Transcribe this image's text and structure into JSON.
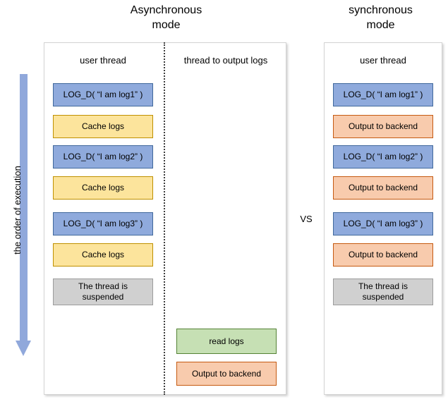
{
  "diagram": {
    "left_axis": {
      "label": "the order of execution",
      "arrow_direction": "down",
      "arrow_color": "#90A8DB"
    },
    "vs_label": "VS",
    "colors": {
      "blue_fill": "#8FAADC",
      "blue_border": "#41699C",
      "yellow_fill": "#FCE49C",
      "yellow_border": "#BF9000",
      "orange_fill": "#F8CBAD",
      "orange_border": "#C55A11",
      "green_fill": "#C6E0B4",
      "green_border": "#548235",
      "gray_fill": "#D0D0D0",
      "gray_border": "#9C9C9C",
      "panel_border": "#D3D3D3",
      "divider": "#3F3F3F"
    },
    "panels": [
      {
        "id": "async",
        "title": "Asynchronous\nmode",
        "columns": [
          {
            "id": "async-user-thread",
            "header": "user thread",
            "boxes": [
              {
                "label": "LOG_D( “I am log1” )",
                "style": "blue"
              },
              {
                "label": "Cache logs",
                "style": "yellow"
              },
              {
                "label": "LOG_D( “I am log2” )",
                "style": "blue"
              },
              {
                "label": "Cache logs",
                "style": "yellow"
              },
              {
                "label": "LOG_D( “I am log3” )",
                "style": "blue"
              },
              {
                "label": "Cache logs",
                "style": "yellow"
              },
              {
                "label": "The thread is\nsuspended",
                "style": "gray"
              }
            ]
          },
          {
            "id": "async-output-thread",
            "header": "thread to output logs",
            "boxes": [
              {
                "label": "read logs",
                "style": "green"
              },
              {
                "label": "Output to backend",
                "style": "orange"
              }
            ]
          }
        ]
      },
      {
        "id": "sync",
        "title": "synchronous\nmode",
        "columns": [
          {
            "id": "sync-user-thread",
            "header": "user thread",
            "boxes": [
              {
                "label": "LOG_D( “I am log1” )",
                "style": "blue"
              },
              {
                "label": "Output to backend",
                "style": "orange"
              },
              {
                "label": "LOG_D( “I am log2” )",
                "style": "blue"
              },
              {
                "label": "Output to backend",
                "style": "orange"
              },
              {
                "label": "LOG_D( “I am log3” )",
                "style": "blue"
              },
              {
                "label": "Output to backend",
                "style": "orange"
              },
              {
                "label": "The thread is\nsuspended",
                "style": "gray"
              }
            ]
          }
        ]
      }
    ]
  }
}
